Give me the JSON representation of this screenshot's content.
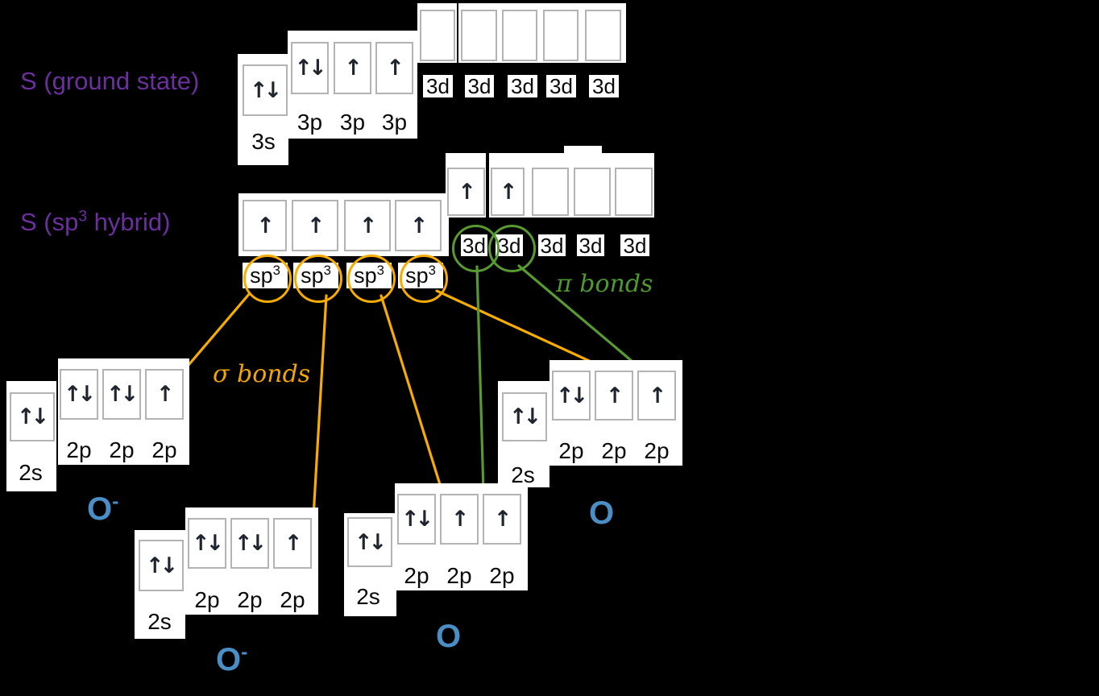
{
  "colors": {
    "background": "#000000",
    "sulfur_label_purple": "#6b2f9e",
    "oxygen_label_blue": "#4b8ec5",
    "sigma_orange": "#f7ac00",
    "pi_green": "#569a31",
    "box_border_gray": "#b3b3b3",
    "arrow_dark": "#20242e"
  },
  "arrows": {
    "paired": "↑↓",
    "single": "↑",
    "empty": ""
  },
  "sulfur_ground": {
    "title": "S (ground state)",
    "s_label": "3s",
    "s_box": "↑↓",
    "p_labels": [
      "3p",
      "3p",
      "3p"
    ],
    "p_boxes": [
      "↑↓",
      "↑",
      "↑"
    ],
    "d_labels": [
      "3d",
      "3d",
      "3d",
      "3d",
      "3d"
    ],
    "d_boxes": [
      "",
      "",
      "",
      "",
      ""
    ]
  },
  "sulfur_hybrid": {
    "title_main": "S (sp",
    "title_sup": "3",
    "title_rest": " hybrid)",
    "sp3_label_base": "sp",
    "sp3_label_sup": "3",
    "sp3_boxes": [
      "↑",
      "↑",
      "↑",
      "↑"
    ],
    "d_labels": [
      "3d",
      "3d",
      "3d",
      "3d",
      "3d"
    ],
    "d_boxes": [
      "↑",
      "↑",
      "",
      "",
      ""
    ],
    "pi_label": "π bonds"
  },
  "sigma_label": "σ bonds",
  "oxygens": [
    {
      "name": "O",
      "charge": "-",
      "s_label": "2s",
      "s_box": "↑↓",
      "p_labels": [
        "2p",
        "2p",
        "2p"
      ],
      "p_boxes": [
        "↑↓",
        "↑↓",
        "↑"
      ]
    },
    {
      "name": "O",
      "charge": "-",
      "s_label": "2s",
      "s_box": "↑↓",
      "p_labels": [
        "2p",
        "2p",
        "2p"
      ],
      "p_boxes": [
        "↑↓",
        "↑↓",
        "↑"
      ]
    },
    {
      "name": "O",
      "charge": "",
      "s_label": "2s",
      "s_box": "↑↓",
      "p_labels": [
        "2p",
        "2p",
        "2p"
      ],
      "p_boxes": [
        "↑↓",
        "↑",
        "↑"
      ]
    },
    {
      "name": "O",
      "charge": "",
      "s_label": "2s",
      "s_box": "↑↓",
      "p_labels": [
        "2p",
        "2p",
        "2p"
      ],
      "p_boxes": [
        "↑↓",
        "↑",
        "↑"
      ]
    }
  ]
}
